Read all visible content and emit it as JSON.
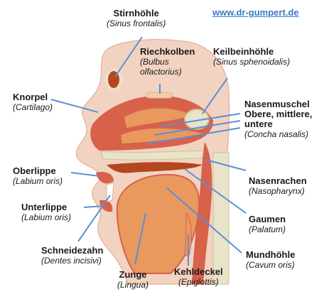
{
  "source": "www.dr-gumpert.de",
  "colors": {
    "skin": "#f2d3c2",
    "skin_dark": "#e6b79f",
    "tissue_red": "#d8614a",
    "tissue_orange": "#e9995d",
    "tissue_light": "#f7c9a8",
    "bone": "#e9e3c9",
    "bone_dark": "#c9bf92",
    "cavity": "#b5471f",
    "leader": "#5b8ed6",
    "link": "#3a78c8"
  },
  "labels": {
    "stirnhoehle": {
      "de": "Stirnhöhle",
      "la": "(Sinus frontalis)"
    },
    "riechkolben": {
      "de": "Riechkolben",
      "la1": "(Bulbus",
      "la2": "olfactorius)"
    },
    "keilbeinhoehle": {
      "de": "Keilbeinhöhle",
      "la": "(Sinus sphenoidalis)"
    },
    "knorpel": {
      "de": "Knorpel",
      "la": "(Cartilago)"
    },
    "nasenmuschel": {
      "de1": "Nasenmuschel",
      "de2": "Obere, mittlere,",
      "de3": "untere",
      "la": "(Concha nasalis)"
    },
    "oberlippe": {
      "de": "Oberlippe",
      "la": "(Labium oris)"
    },
    "nasenrachen": {
      "de": "Nasenrachen",
      "la": "(Nasopharynx)"
    },
    "unterlippe": {
      "de": "Unterlippe",
      "la": "(Labium oris)"
    },
    "gaumen": {
      "de": "Gaumen",
      "la": "(Palatum)"
    },
    "schneidezahn": {
      "de": "Schneidezahn",
      "la": "(Dentes incisivi)"
    },
    "mundhoehle": {
      "de": "Mundhöhle",
      "la": "(Cavum oris)"
    },
    "zunge": {
      "de": "Zunge",
      "la": "(Lingua)"
    },
    "kehldeckel": {
      "de": "Kehldeckel",
      "la": "(Epiglottis)"
    }
  }
}
